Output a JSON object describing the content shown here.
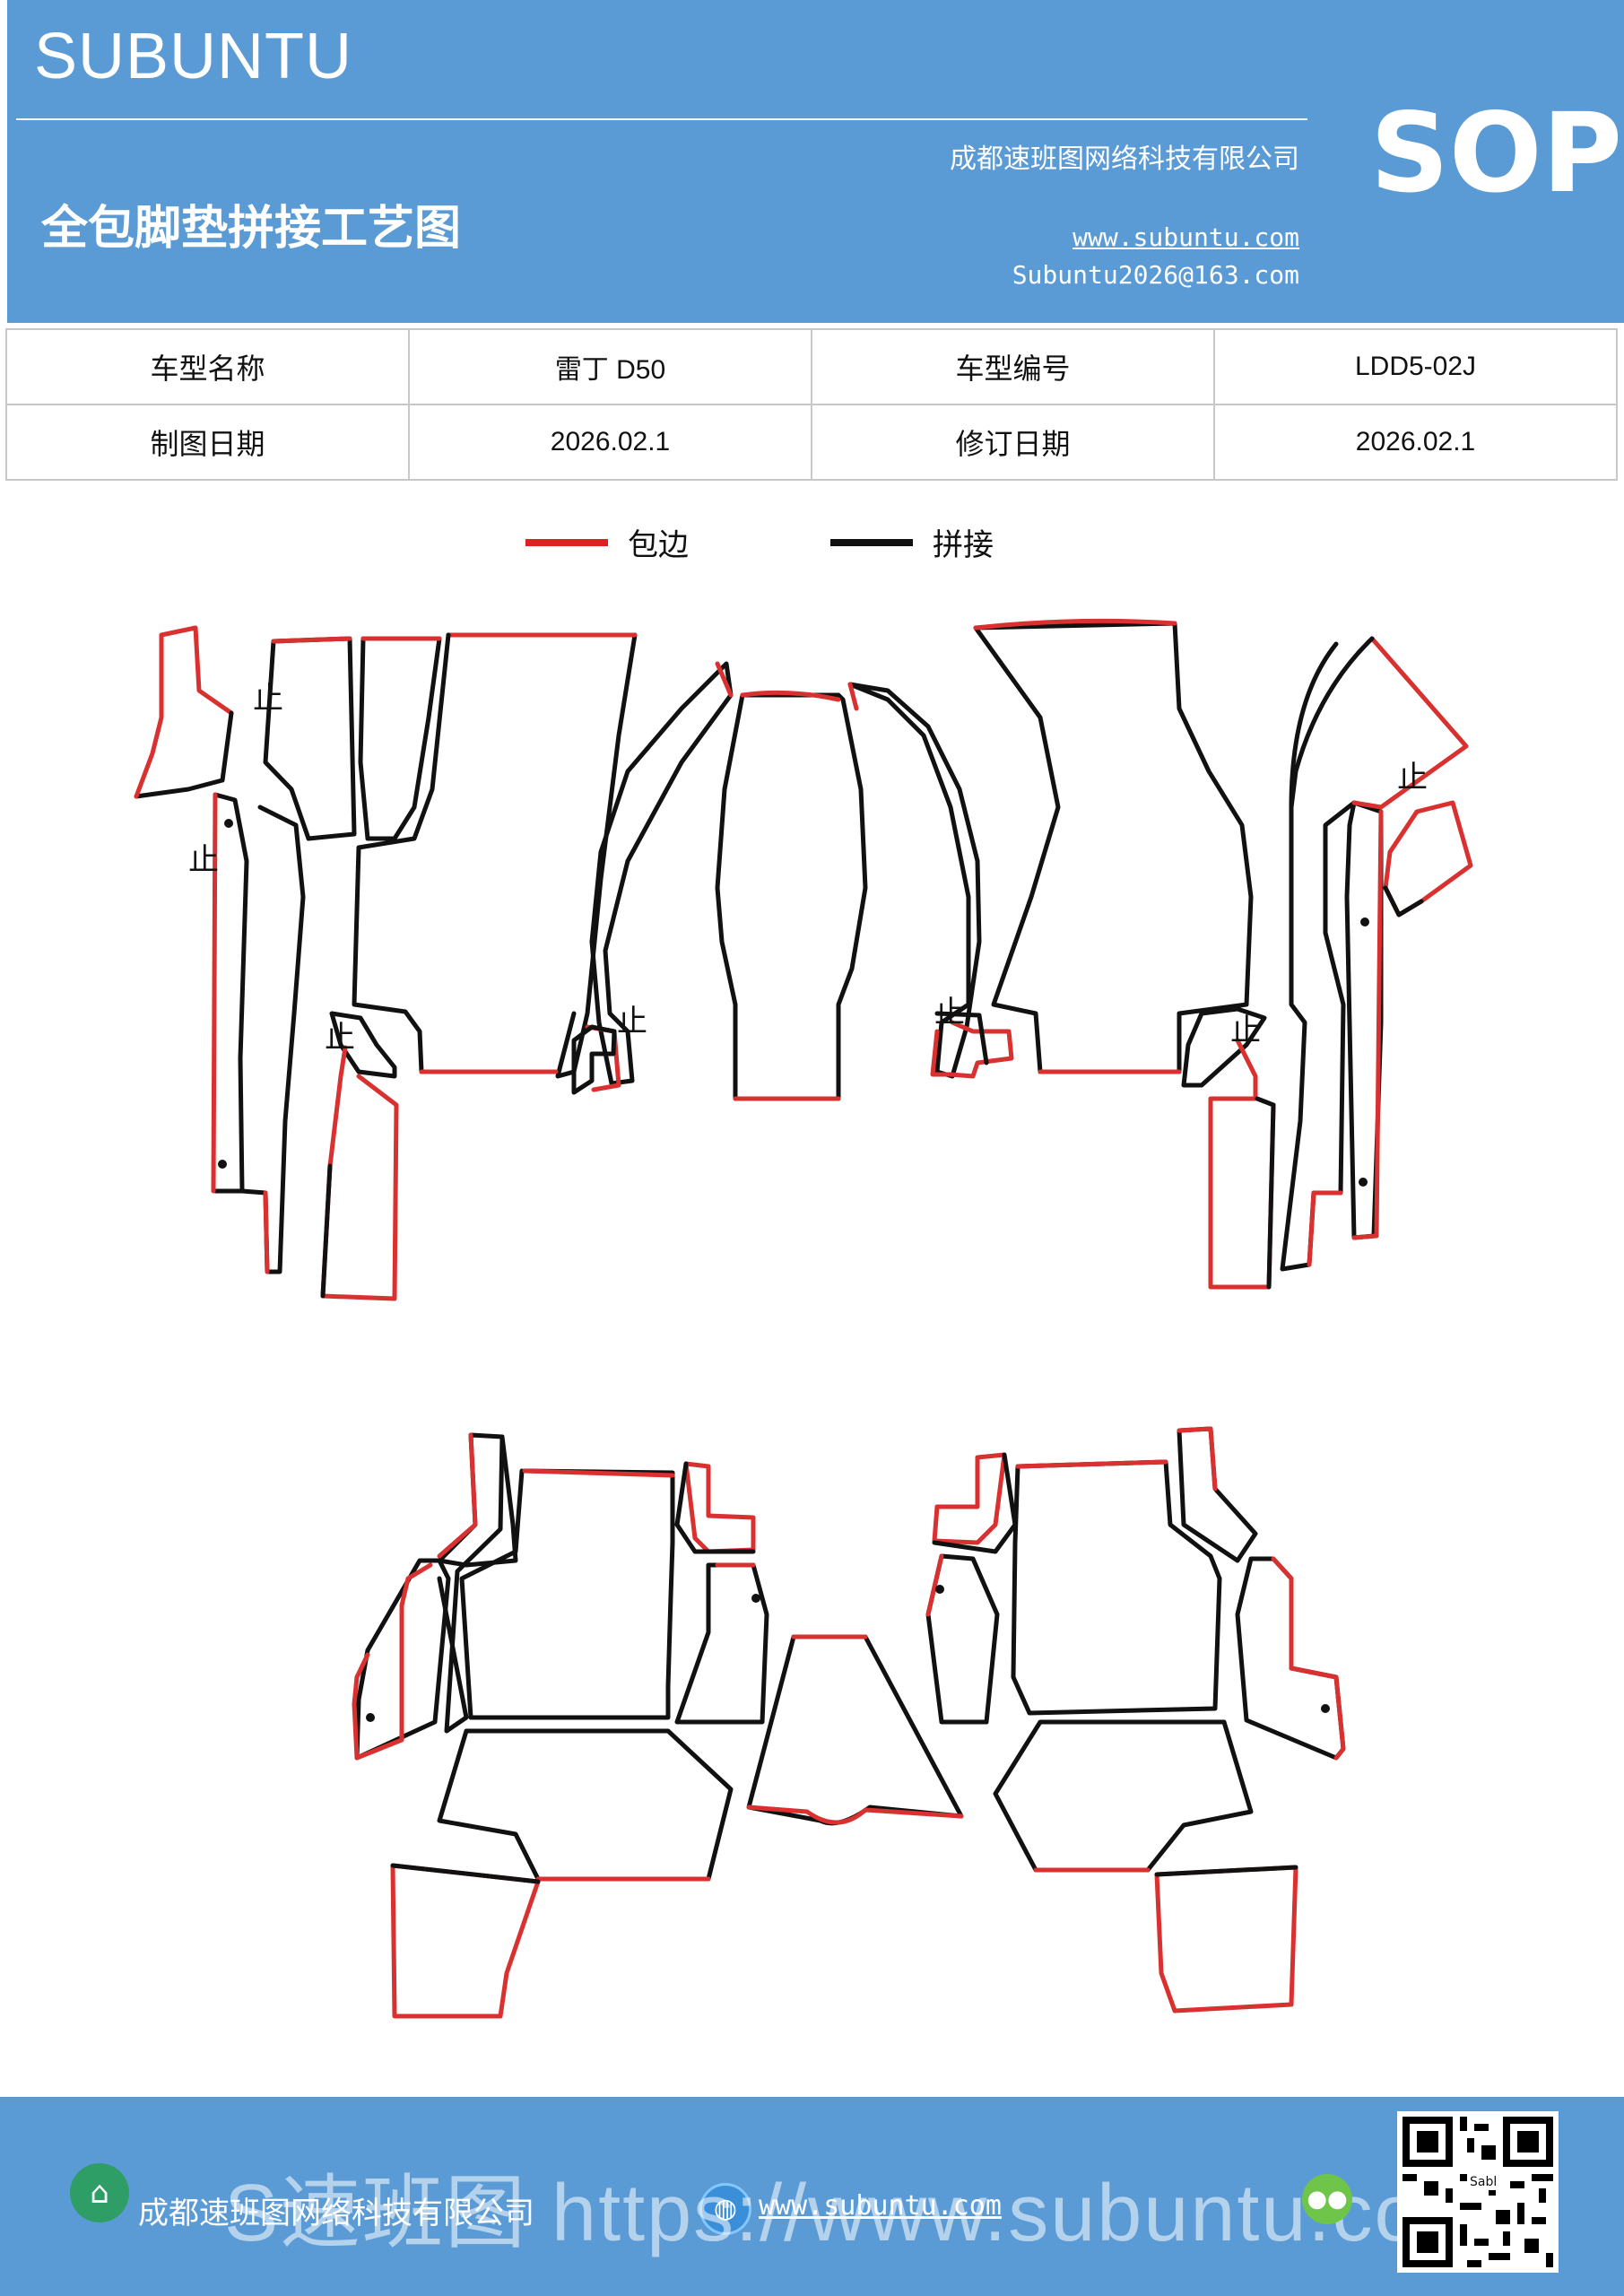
{
  "header": {
    "brand": "SUBUNTU",
    "company": "成都速班图网络科技有限公司",
    "title": "全包脚垫拼接工艺图",
    "website": "www.subuntu.com",
    "email": "Subuntu2026@163.com",
    "badge": "SOP"
  },
  "info_table": {
    "rows": [
      [
        "车型名称",
        "雷丁 D50",
        "车型编号",
        "LDD5-02J"
      ],
      [
        "制图日期",
        "2026.02.1",
        "修订日期",
        "2026.02.1"
      ]
    ]
  },
  "legend": {
    "items": [
      {
        "label": "包边",
        "color": "#e02020"
      },
      {
        "label": "拼接",
        "color": "#111111"
      }
    ]
  },
  "diagram": {
    "marker_label": "止",
    "edge_color": "#d93030",
    "seam_color": "#111111"
  },
  "footer": {
    "company": "成都速班图网络科技有限公司",
    "website": "www.subuntu.com",
    "watermark": "S速班图 https://www.subuntu.com",
    "qr_label": "Sabl"
  }
}
